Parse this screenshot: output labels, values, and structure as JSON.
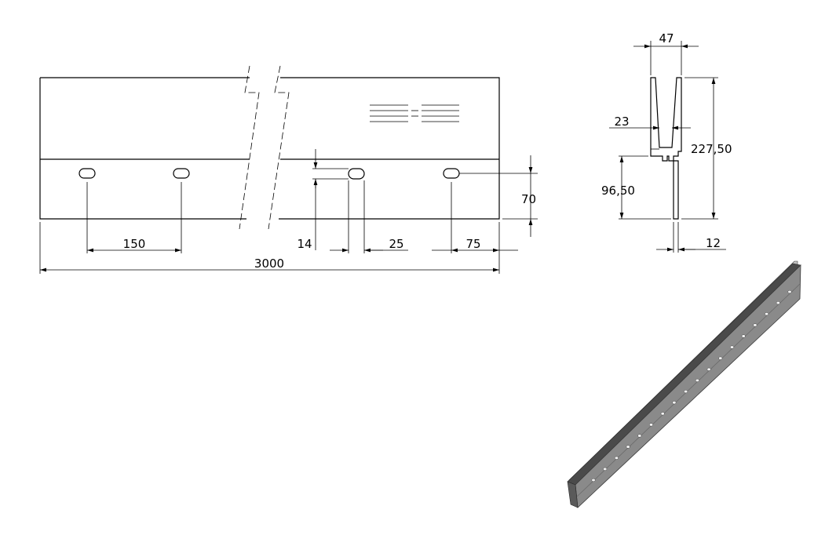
{
  "front_view": {
    "dims": {
      "spacing_150": "150",
      "length_3000": "3000",
      "slot_14": "14",
      "slot_25": "25",
      "edge_75": "75",
      "height_70": "70"
    }
  },
  "side_view": {
    "dims": {
      "width_47": "47",
      "gap_23": "23",
      "height_227": "227,50",
      "height_96": "96,50",
      "web_12": "12"
    }
  },
  "colors": {
    "line": "#000000",
    "profile_face": "#8a8a8a",
    "profile_edge": "#3a3a3a",
    "profile_light": "#c4c4c4",
    "hole": "#f2f2f2"
  },
  "isometric": {
    "hole_count": 18
  }
}
